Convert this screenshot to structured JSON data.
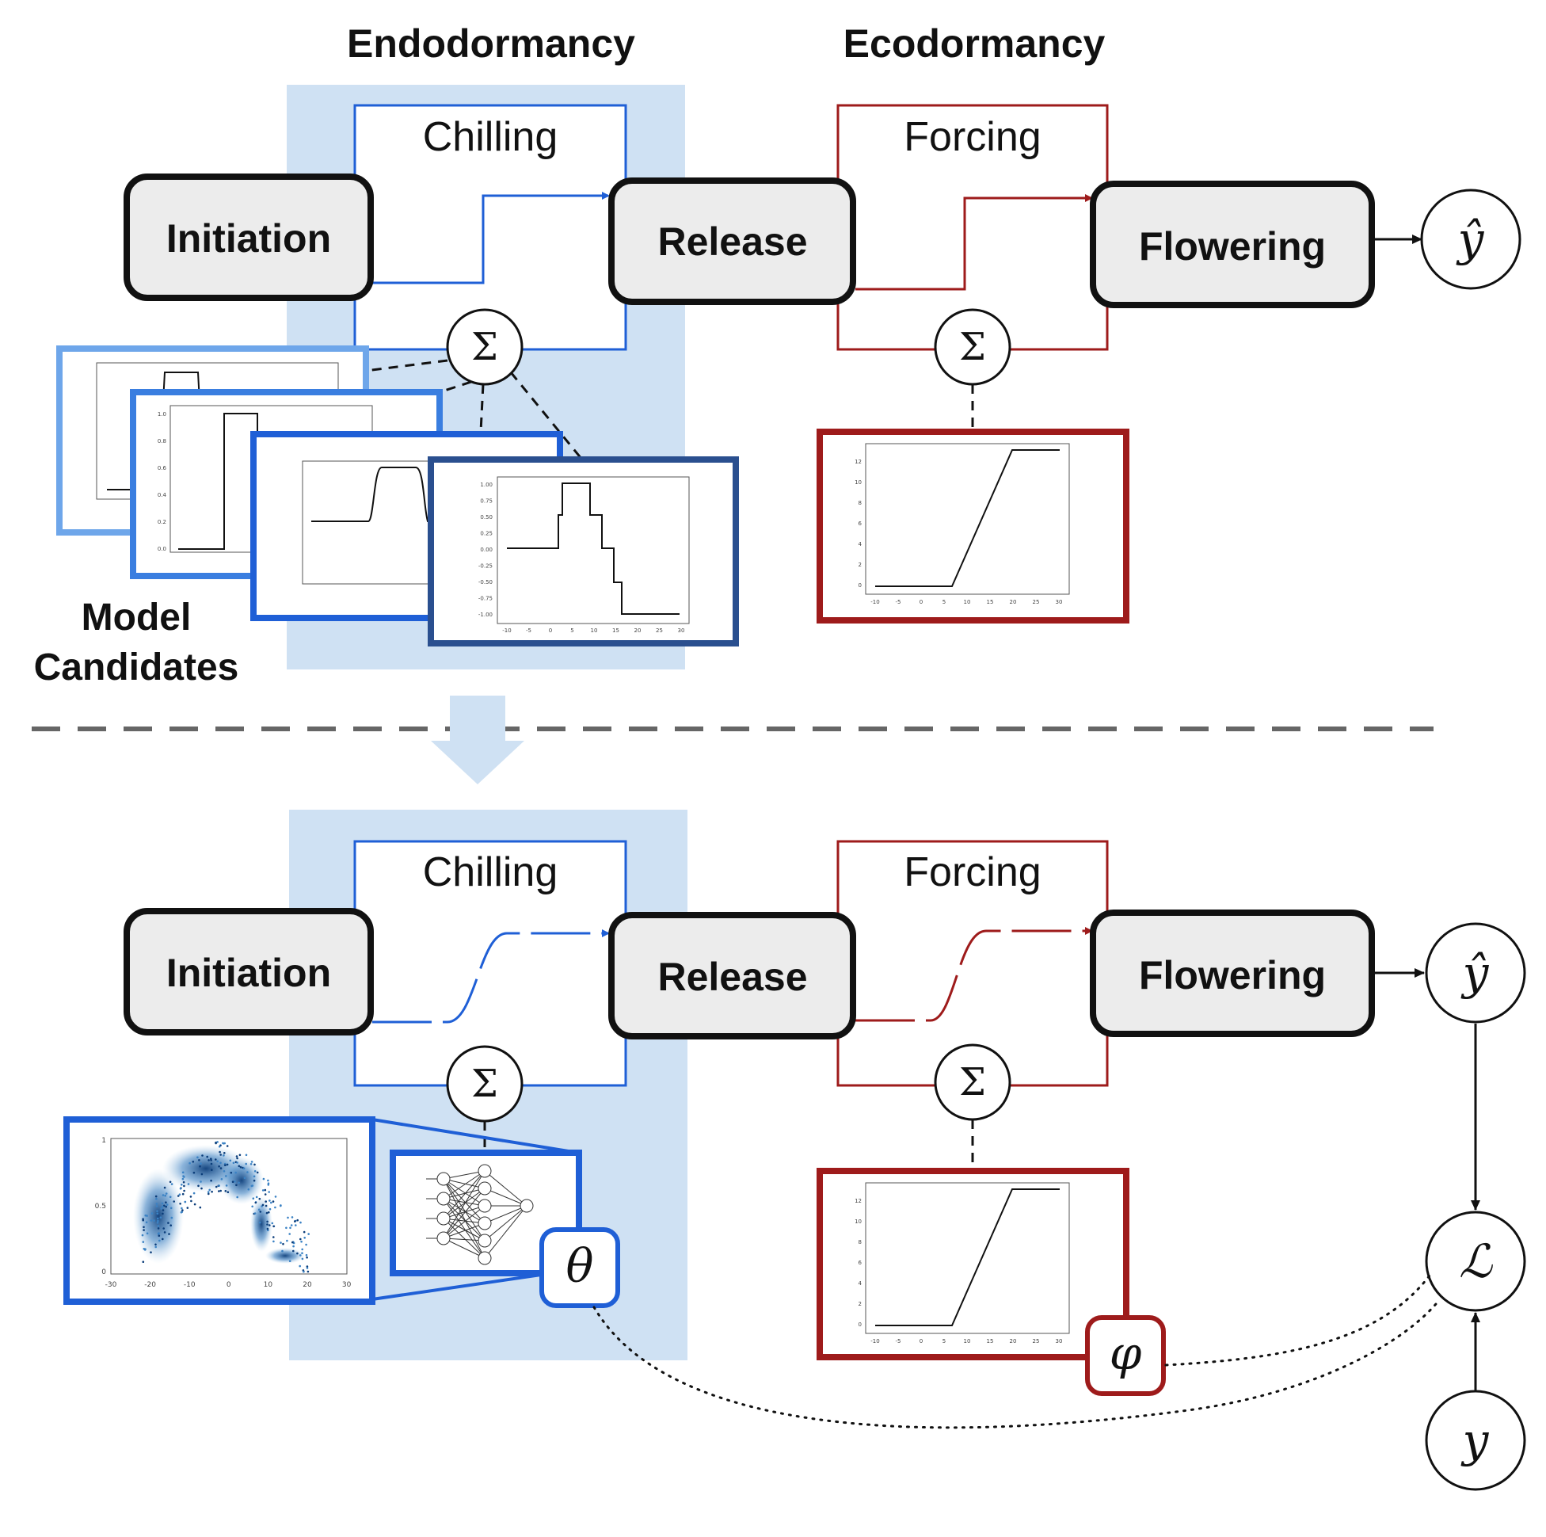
{
  "phases": {
    "endo": "Endodormancy",
    "eco": "Ecodormancy"
  },
  "stages": {
    "initiation": "Initiation",
    "release": "Release",
    "flowering": "Flowering"
  },
  "processes": {
    "chilling": "Chilling",
    "forcing": "Forcing"
  },
  "symbols": {
    "sum": "Σ",
    "yhat": "ŷ",
    "y": "y",
    "loss": "ℒ",
    "theta": "θ",
    "phi": "φ"
  },
  "model_candidates": {
    "line1": "Model",
    "line2": "Candidates"
  },
  "colors": {
    "blue": "#1f5fd6",
    "red": "#9e1b1b",
    "shade": "#cfe1f3",
    "light_blue": "#6ea6ea",
    "dark_blue": "#2a4f8f"
  },
  "inset_ticks": {
    "x": [
      "-10",
      "-5",
      "0",
      "5",
      "10",
      "15",
      "20",
      "25",
      "30"
    ],
    "y_candidate4": [
      "1.00",
      "0.75",
      "0.50",
      "0.25",
      "0.00",
      "-0.25",
      "-0.50",
      "-0.75",
      "-1.00"
    ],
    "y_candidate2": [
      "1.0",
      "0.8",
      "0.6",
      "0.4",
      "0.2",
      "0.0"
    ],
    "y_forcing": [
      "12",
      "10",
      "8",
      "6",
      "4",
      "2",
      "0"
    ],
    "x_scatter": [
      "-30",
      "-20",
      "-10",
      "0",
      "10",
      "20",
      "30"
    ],
    "y_scatter": [
      "1",
      "0.5",
      "0"
    ]
  }
}
